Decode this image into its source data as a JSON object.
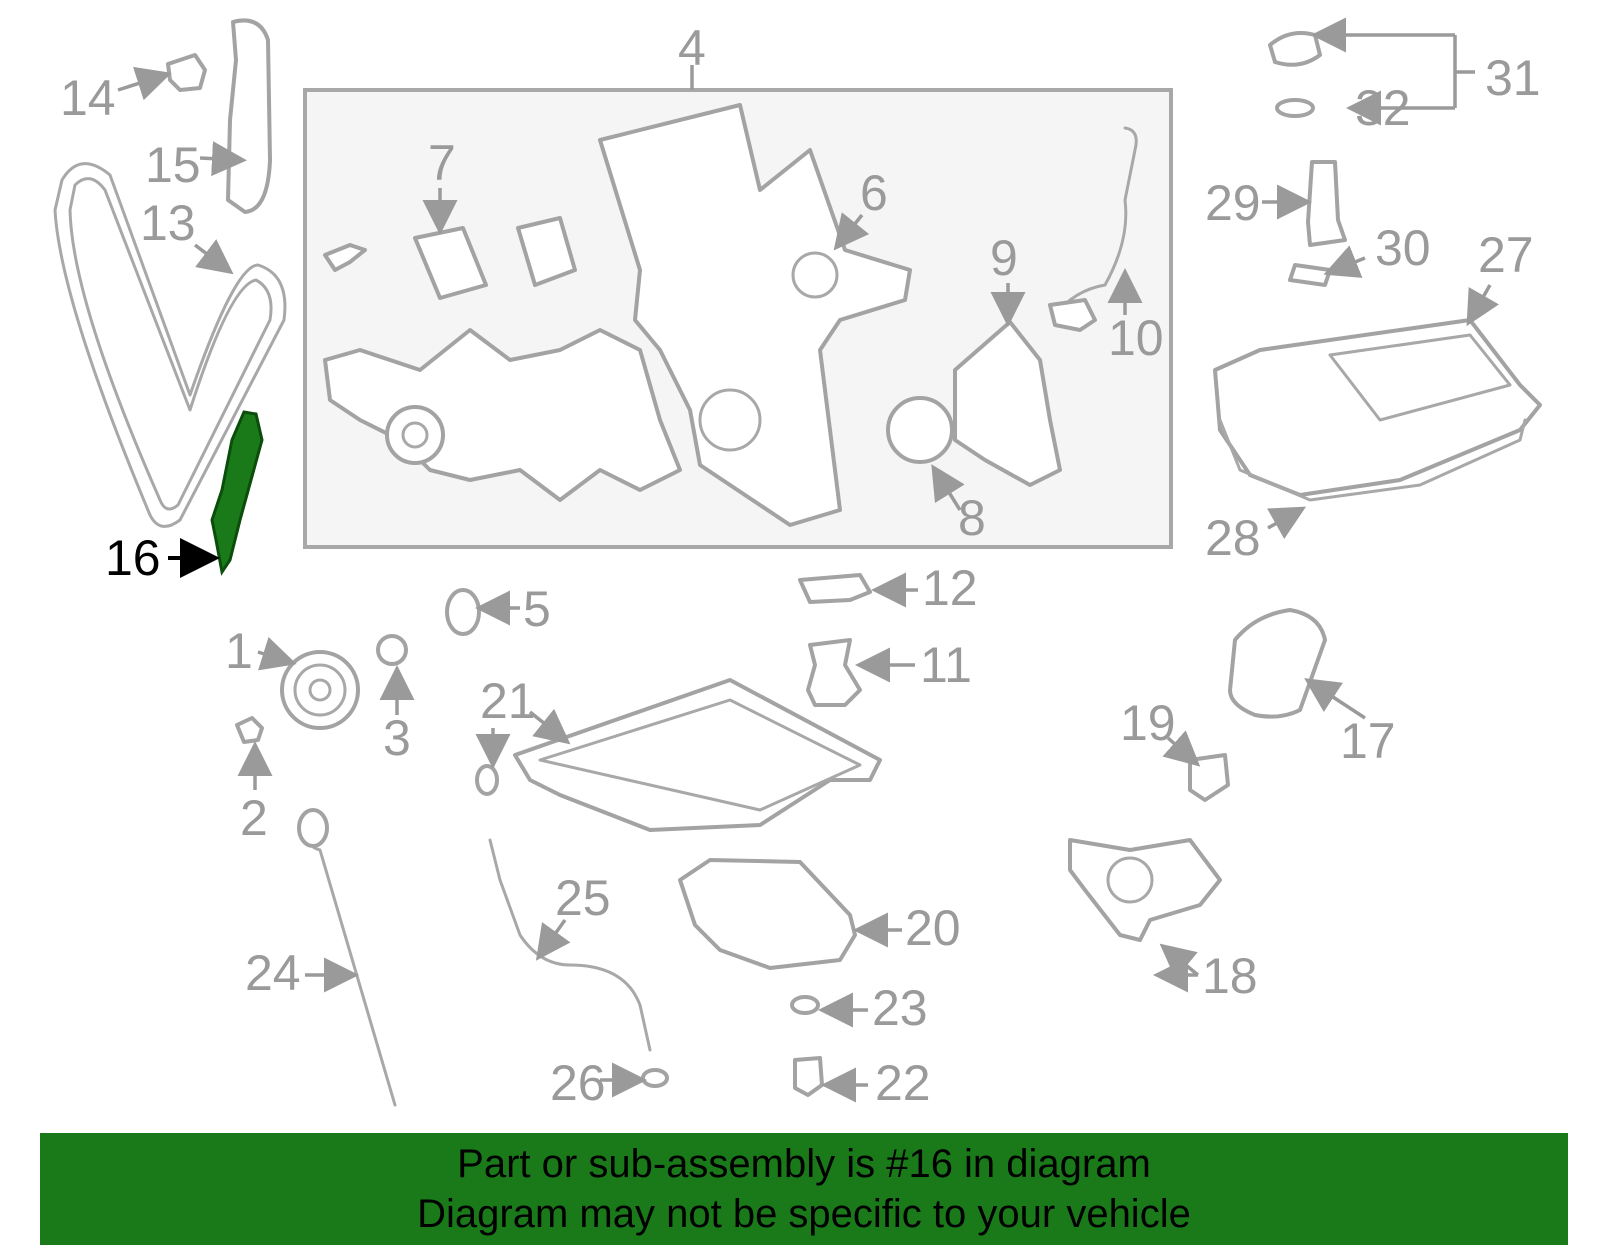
{
  "diagram": {
    "highlight_color": "#1a7a1a",
    "highlighted_part": "16",
    "callouts": [
      "1",
      "2",
      "3",
      "4",
      "5",
      "6",
      "7",
      "8",
      "9",
      "10",
      "11",
      "12",
      "13",
      "14",
      "15",
      "16",
      "17",
      "18",
      "19",
      "20",
      "21",
      "22",
      "23",
      "24",
      "25",
      "26",
      "27",
      "28",
      "29",
      "30",
      "31",
      "32"
    ]
  },
  "caption": {
    "line1": "Part or sub-assembly is #16 in diagram",
    "line2": "Diagram may not be specific to your vehicle"
  }
}
